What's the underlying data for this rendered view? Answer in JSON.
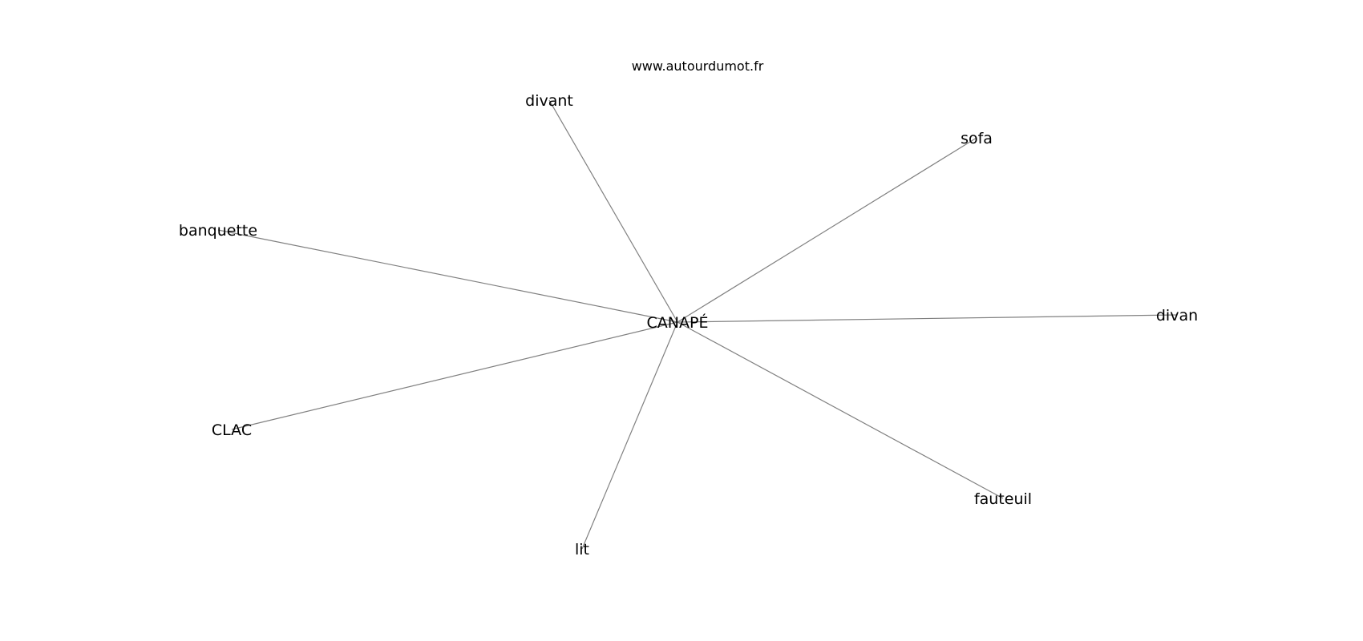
{
  "title": "www.autourdumot.fr",
  "center": {
    "id": "canape",
    "label": "CANAPÉ"
  },
  "related": [
    {
      "id": "divant",
      "label": "divant"
    },
    {
      "id": "sofa",
      "label": "sofa"
    },
    {
      "id": "banquette",
      "label": "banquette"
    },
    {
      "id": "divan",
      "label": "divan"
    },
    {
      "id": "clac",
      "label": "CLAC"
    },
    {
      "id": "fauteuil",
      "label": "fauteuil"
    },
    {
      "id": "lit",
      "label": "lit"
    }
  ],
  "colors": {
    "edge": "#808080",
    "text": "#000000",
    "background": "#ffffff"
  }
}
